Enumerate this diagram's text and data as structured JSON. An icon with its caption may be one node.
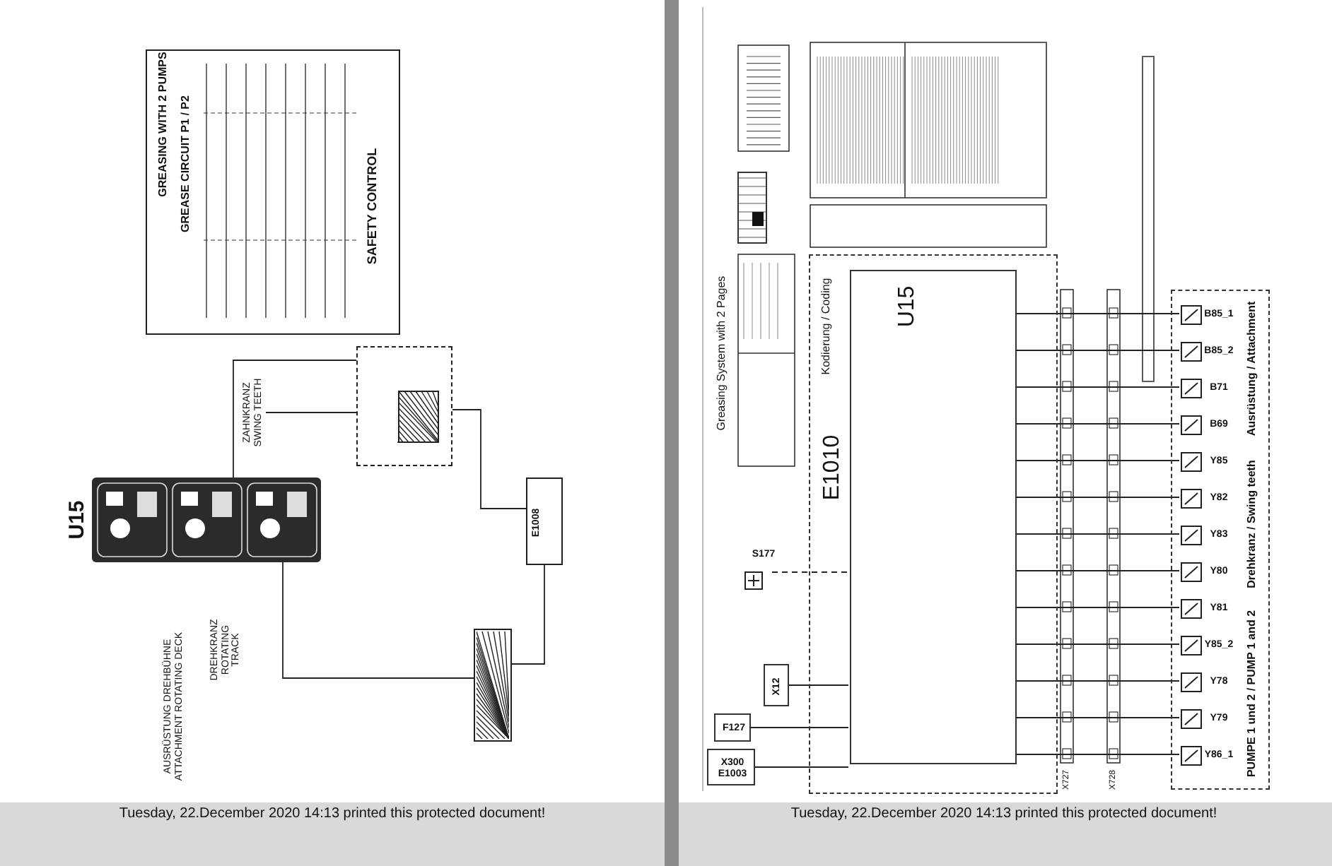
{
  "diagram": {
    "nodes": [
      {
        "text": [
          "GREASING WITH 2 PUMPS",
          "GREASE CIRCUIT P1 / P2",
          "SAFETY CONTROL"
        ]
      },
      {
        "text": [
          "U15"
        ]
      },
      {
        "text": [
          "ZAHNKRANZ SWING TEETH"
        ]
      },
      {
        "text": [],
        "shape": "box"
      },
      {
        "text": [
          "E1008"
        ]
      },
      {
        "text": [
          "DREHKRANZ ROTATING TRACK"
        ]
      },
      {
        "text": [
          "AUSRÜSTUNG DREHBÜHNE ATTACHMENT ROTATING DECK"
        ]
      },
      {
        "text": [],
        "shape": "box"
      },
      {
        "text": [
          "E1010",
          "Kodierung / Coding"
        ]
      },
      {
        "text": [
          "U15"
        ],
        "in": 8
      },
      {
        "text": [
          "PUMPE 1 und 2 / PUMP 1 and 2",
          "Drehkranz / Swing teeth",
          "Ausrüstung / Attachment"
        ]
      },
      {
        "text": [
          "B85_1"
        ],
        "in": 10
      },
      {
        "text": [
          "B85_2"
        ],
        "in": 10
      },
      {
        "text": [
          "B71"
        ],
        "in": 10
      },
      {
        "text": [
          "B69"
        ],
        "in": 10
      },
      {
        "text": [
          "Y85"
        ],
        "in": 10
      },
      {
        "text": [
          "Y82"
        ],
        "in": 10
      },
      {
        "text": [
          "Y83"
        ],
        "in": 10
      },
      {
        "text": [
          "Y80"
        ],
        "in": 10
      },
      {
        "text": [
          "Y81"
        ],
        "in": 10
      },
      {
        "text": [
          "Y85_2"
        ],
        "in": 10
      },
      {
        "text": [
          "Y78"
        ],
        "in": 10
      },
      {
        "text": [
          "Y79"
        ],
        "in": 10
      },
      {
        "text": [
          "Y86_1"
        ],
        "in": 10
      },
      {
        "text": [
          "S177"
        ]
      },
      {
        "text": [
          "X12"
        ]
      },
      {
        "text": [
          "F127"
        ]
      },
      {
        "text": [
          "X300 E1003"
        ]
      }
    ],
    "edges": [
      {
        "from": 1,
        "to": 3,
        "arrow": "none"
      },
      {
        "from": 2,
        "to": 3,
        "arrow": "none"
      },
      {
        "from": 3,
        "to": 4,
        "arrow": "none"
      },
      {
        "from": 1,
        "to": 7,
        "arrow": "none"
      },
      {
        "from": 7,
        "to": 4,
        "arrow": "none"
      },
      {
        "from": 9,
        "to": 11,
        "arrow": "none"
      },
      {
        "from": 9,
        "to": 12,
        "arrow": "none"
      },
      {
        "from": 9,
        "to": 13,
        "arrow": "none"
      },
      {
        "from": 9,
        "to": 14,
        "arrow": "none"
      },
      {
        "from": 9,
        "to": 15,
        "arrow": "none"
      },
      {
        "from": 9,
        "to": 16,
        "arrow": "none"
      },
      {
        "from": 9,
        "to": 17,
        "arrow": "none"
      },
      {
        "from": 9,
        "to": 18,
        "arrow": "none"
      },
      {
        "from": 9,
        "to": 19,
        "arrow": "none"
      },
      {
        "from": 9,
        "to": 20,
        "arrow": "none"
      },
      {
        "from": 9,
        "to": 21,
        "arrow": "none"
      },
      {
        "from": 9,
        "to": 22,
        "arrow": "none"
      },
      {
        "from": 9,
        "to": 23,
        "arrow": "none"
      },
      {
        "from": 24,
        "to": 9,
        "arrow": "none",
        "style": "dashed"
      },
      {
        "from": 25,
        "to": 9,
        "arrow": "none"
      },
      {
        "from": 26,
        "to": 9,
        "arrow": "none"
      },
      {
        "from": 27,
        "to": 9,
        "arrow": "none"
      }
    ],
    "labels": [
      "Greasing System with 2 Pages",
      "X727",
      "X728",
      "Tuesday, 22.December 2020 14:13 printed this protected document!",
      "Tuesday, 22.December 2020 14:13 printed this protected document!"
    ]
  }
}
